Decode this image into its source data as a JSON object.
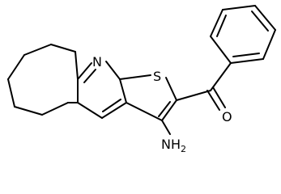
{
  "molecule": {
    "atom_labels": {
      "nitrogen": "N",
      "sulfur": "S",
      "oxygen": "O",
      "amino": "NH",
      "amino_subscript": "2"
    }
  }
}
